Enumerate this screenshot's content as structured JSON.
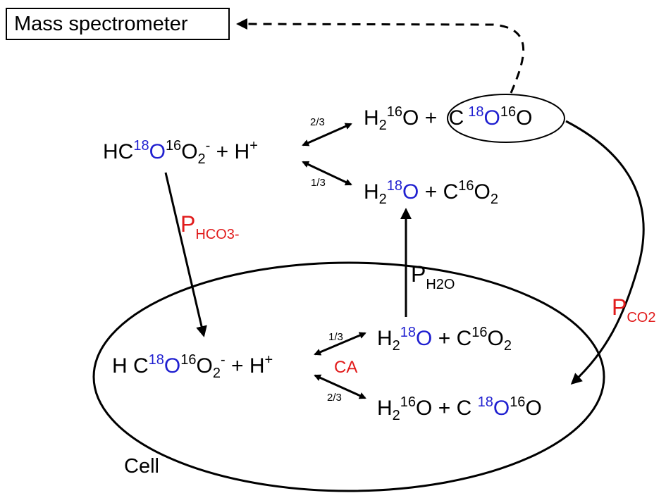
{
  "instrument": {
    "label": "Mass spectrometer"
  },
  "cell_label": "Cell",
  "outside": {
    "bicarbonate": {
      "prefix": "HC",
      "iso18": "18",
      "o18": "O",
      "iso16": "16",
      "o": "O",
      "sub2": "2",
      "charge": "-",
      "plus_h": " + H",
      "h_charge": "+"
    },
    "top_product": {
      "h": "H",
      "h_sub": "2",
      "iso": "16",
      "o": "O",
      "plus": " + ",
      "c": "C",
      "iso18": "18",
      "o18": "O",
      "iso16": "16",
      "o2": "O"
    },
    "bottom_product": {
      "h": "H",
      "h_sub": "2",
      "iso18": "18",
      "o18": "O",
      "plus": " + C",
      "iso16": "16",
      "o": "O",
      "sub2": "2"
    },
    "frac_top": "2/3",
    "frac_bottom": "1/3"
  },
  "inside": {
    "bicarbonate": {
      "prefix": "H C",
      "iso18": "18",
      "o18": "O",
      "iso16": "16",
      "o": "O",
      "sub2": "2",
      "charge": "-",
      "plus_h": " + H",
      "h_charge": "+"
    },
    "top_product": {
      "h": "H",
      "h_sub": "2",
      "iso18": "18",
      "o18": "O",
      "plus": " + C",
      "iso16": "16",
      "o": "O",
      "sub2": "2"
    },
    "bottom_product": {
      "h": "H",
      "h_sub": "2",
      "iso": "16",
      "o": "O",
      "plus": " + C ",
      "iso18": "18",
      "o18": "O",
      "iso16": "16",
      "o2": "O"
    },
    "frac_top": "1/3",
    "frac_bottom": "2/3",
    "enzyme": "CA"
  },
  "permeability": {
    "hco3": {
      "p": "P",
      "sub": "HCO3-"
    },
    "h2o": {
      "p": "P",
      "sub": "H2O"
    },
    "co2": {
      "p": "P",
      "sub": "CO2"
    }
  },
  "colors": {
    "isotope_18O": "#1f1fd0",
    "permeability_red": "#e11b1b",
    "line": "#000000"
  }
}
